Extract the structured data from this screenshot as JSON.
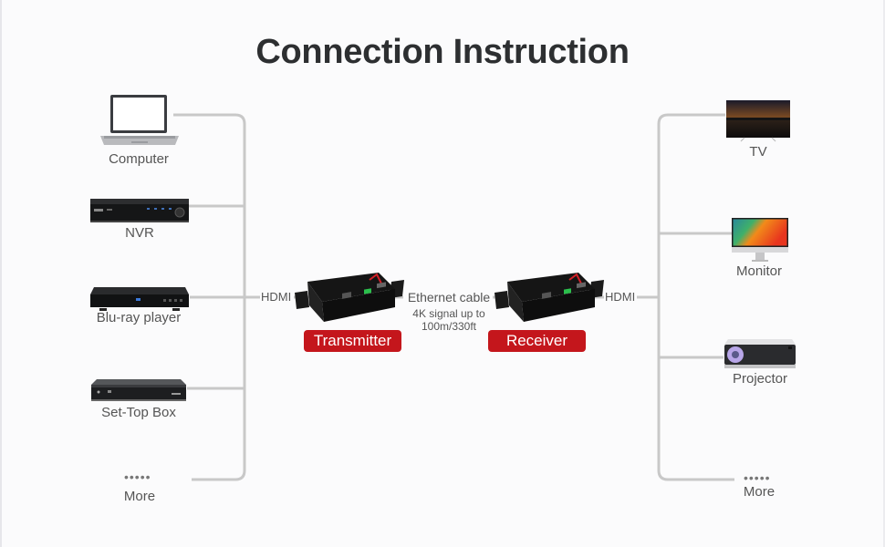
{
  "title": "Connection Instruction",
  "sources": [
    {
      "label": "Computer",
      "icon": "laptop-icon"
    },
    {
      "label": "NVR",
      "icon": "nvr-icon"
    },
    {
      "label": "Blu-ray player",
      "icon": "bluray-player-icon"
    },
    {
      "label": "Set-Top Box",
      "icon": "set-top-box-icon"
    },
    {
      "label": "More",
      "icon": "more-dots-icon",
      "dots": "•••••"
    }
  ],
  "displays": [
    {
      "label": "TV",
      "icon": "tv-icon"
    },
    {
      "label": "Monitor",
      "icon": "monitor-icon"
    },
    {
      "label": "Projector",
      "icon": "projector-icon"
    },
    {
      "label": "More",
      "icon": "more-dots-icon",
      "dots": "•••••"
    }
  ],
  "links": {
    "input_label": "HDMI",
    "output_label": "HDMI",
    "cable_label": "Ethernet cable",
    "cable_note_line1": "4K signal up to",
    "cable_note_line2": "100m/330ft"
  },
  "units": {
    "transmitter": "Transmitter",
    "receiver": "Receiver"
  },
  "colors": {
    "accent": "#c4161c",
    "wire": "#c8c8c8",
    "title": "#2d2f31"
  }
}
